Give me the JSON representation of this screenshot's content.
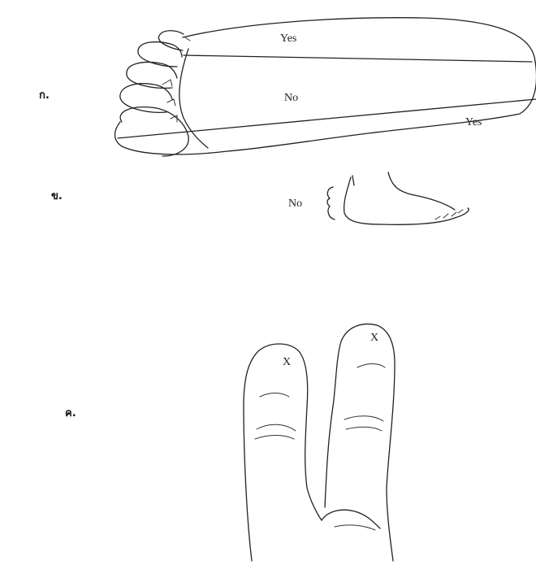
{
  "panel_labels": {
    "a": "ก.",
    "b": "ข.",
    "c": "ค."
  },
  "sole_diagram": {
    "zone_top": "Yes",
    "zone_middle": "No",
    "zone_bottom": "Yes"
  },
  "side_foot_diagram": {
    "label": "No"
  },
  "finger_diagram": {
    "left_finger_mark": "X",
    "right_finger_mark": "X"
  }
}
